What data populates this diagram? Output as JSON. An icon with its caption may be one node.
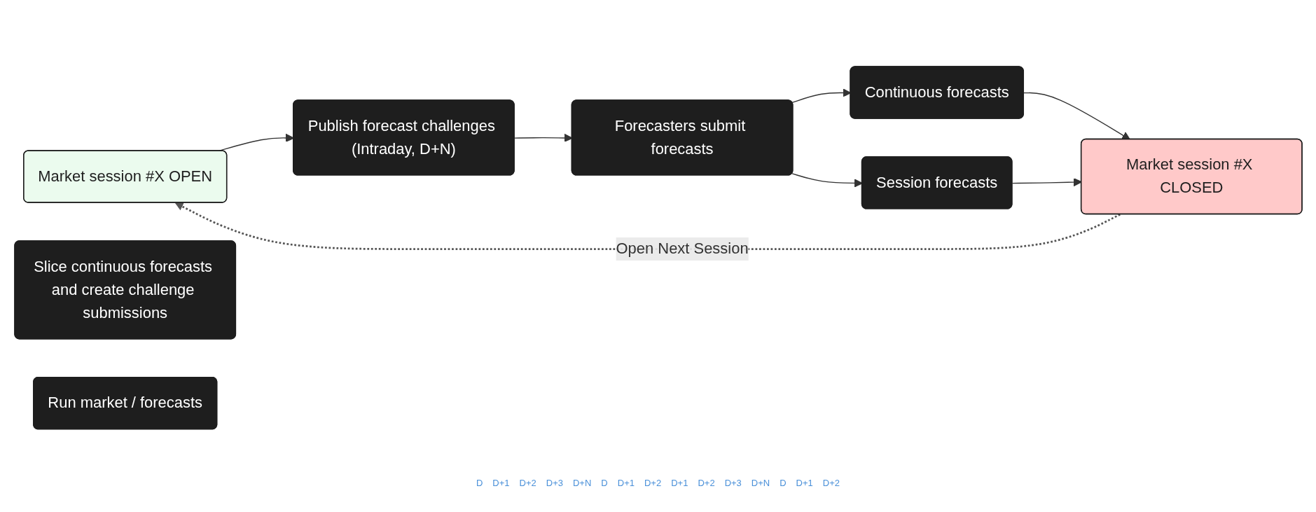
{
  "diagram": {
    "nodes": [
      {
        "text": [
          "Market session #X OPEN"
        ]
      },
      {
        "text": [
          "Publish forecast challenges (Intraday, D+N)"
        ]
      },
      {
        "text": [
          "Forecasters submit forecasts"
        ]
      },
      {
        "text": [
          "Continuous forecasts"
        ]
      },
      {
        "text": [
          "Session forecasts"
        ]
      },
      {
        "text": [
          "Market session #X CLOSED"
        ]
      },
      {
        "text": [
          "Slice continuous forecasts and create challenge submissions"
        ]
      },
      {
        "text": [
          "Run market / forecasts"
        ]
      }
    ],
    "edges": [
      {
        "from": 0,
        "to": 1,
        "arrow": "to"
      },
      {
        "from": 1,
        "to": 2,
        "arrow": "to"
      },
      {
        "from": 2,
        "to": 3,
        "arrow": "to"
      },
      {
        "from": 2,
        "to": 4,
        "arrow": "to"
      },
      {
        "from": 3,
        "to": 5,
        "arrow": "to"
      },
      {
        "from": 4,
        "to": 5,
        "arrow": "to"
      },
      {
        "from": 5,
        "to": 0,
        "arrow": "to",
        "label": "Open Next Session",
        "style": "dashed",
        "color": "#555555"
      }
    ],
    "labels": [
      "D",
      "D+1",
      "D+2",
      "D+3",
      "D+N",
      "D",
      "D+1",
      "D+2",
      "D+1",
      "D+2",
      "D+3",
      "D+N",
      "D",
      "D+1",
      "D+2"
    ]
  }
}
